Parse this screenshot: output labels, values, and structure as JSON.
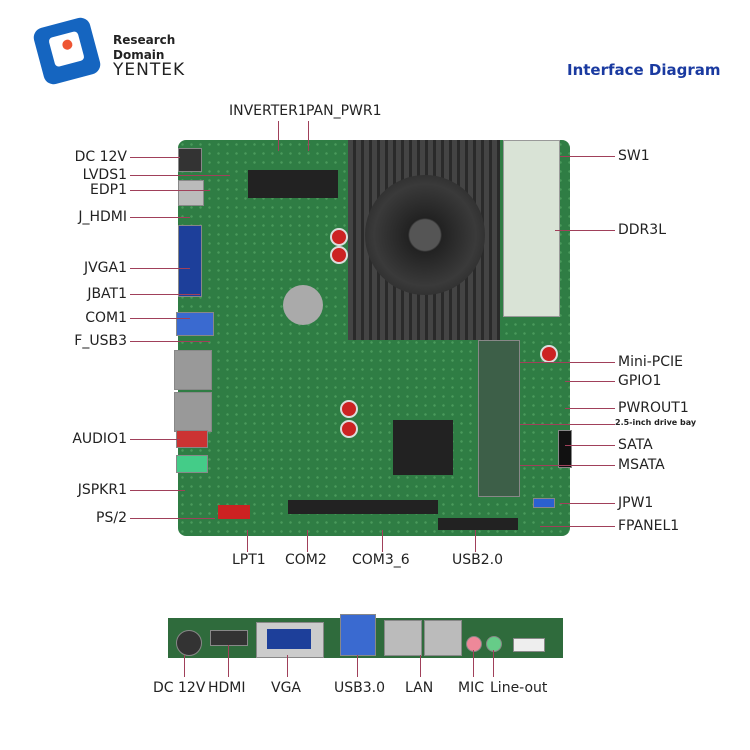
{
  "logo": {
    "line1": "Research",
    "line2": "Domain",
    "brand": "YENTEK",
    "color": "#1565c0"
  },
  "title": "Interface Diagram",
  "title_color": "#1a3aa0",
  "top_labels": [
    "INVERTER1",
    "PAN_PWR1"
  ],
  "left_labels": [
    "DC 12V",
    "LVDS1",
    "EDP1",
    "J_HDMI",
    "JVGA1",
    "JBAT1",
    "COM1",
    "F_USB3",
    "AUDIO1",
    "JSPKR1",
    "PS/2"
  ],
  "right_labels": [
    "SW1",
    "DDR3L",
    "Mini-PCIE",
    "GPIO1",
    "PWROUT1",
    "2.5-inch drive bay",
    "SATA",
    "MSATA",
    "JPW1",
    "FPANEL1"
  ],
  "bottom_labels": [
    "LPT1",
    "COM2",
    "COM3_6",
    "USB2.0"
  ],
  "io_labels": [
    "DC 12V",
    "HDMI",
    "VGA",
    "USB3.0",
    "LAN",
    "MIC",
    "Line-out"
  ],
  "board_color": "#2f7d44"
}
